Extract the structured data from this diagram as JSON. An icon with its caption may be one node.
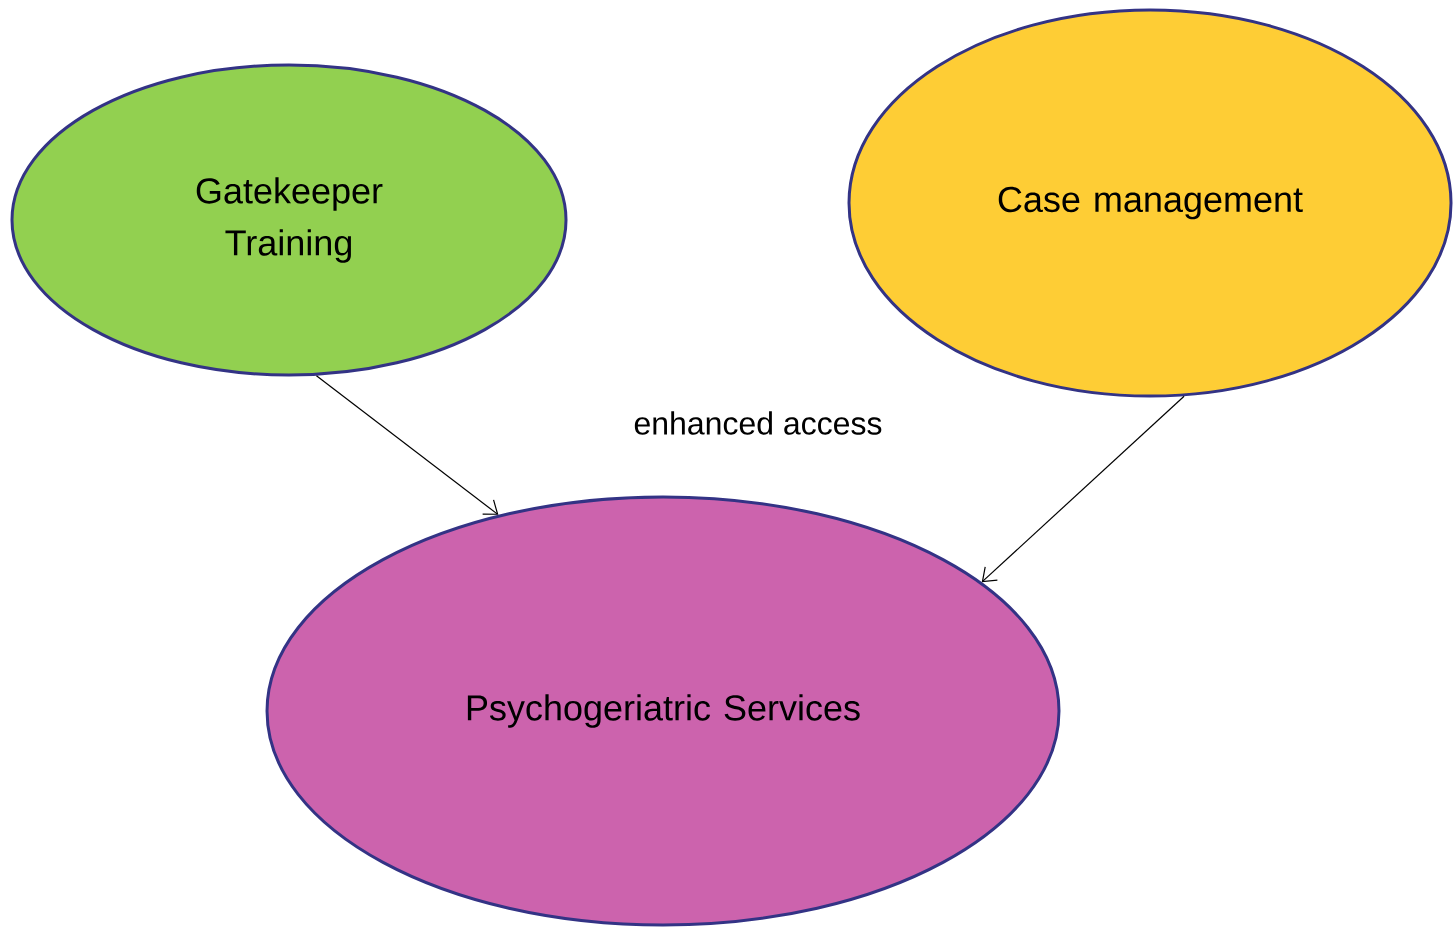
{
  "diagram": {
    "nodes": [
      {
        "text": [
          "Gatekeeper Training"
        ]
      },
      {
        "text": [
          "Case management"
        ]
      },
      {
        "text": [
          "Psychogeriatric Services"
        ]
      }
    ],
    "edges": [
      {
        "from": 0,
        "to": 2,
        "arrow": "to"
      },
      {
        "from": 1,
        "to": 2,
        "arrow": "to"
      }
    ],
    "labels": [
      "enhanced access"
    ]
  }
}
